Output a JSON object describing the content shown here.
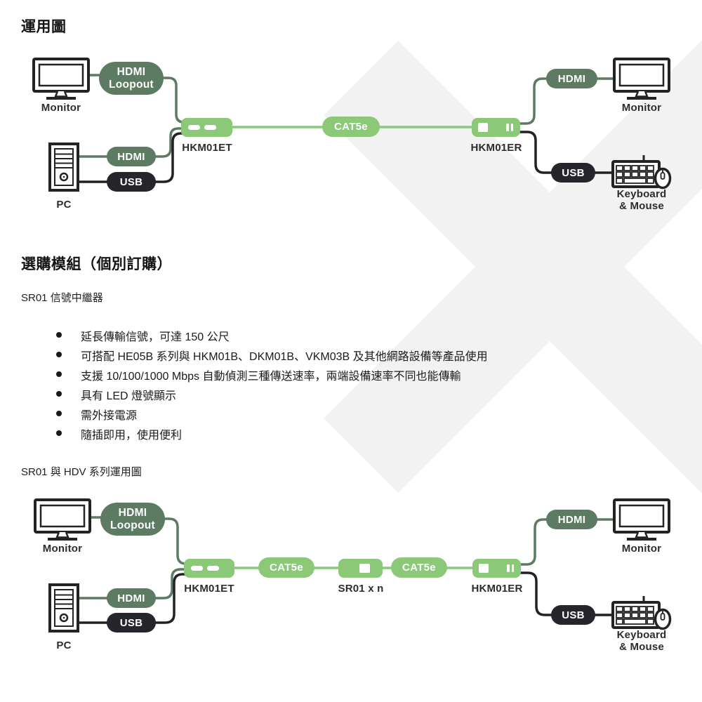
{
  "page": {
    "title1": "運用圖",
    "title2": "選購模組（個別訂購）",
    "subtitle2": "SR01 信號中繼器",
    "bullets": [
      "延長傳輸信號，可達 150 公尺",
      "可搭配 HE05B 系列與 HKM01B、DKM01B、VKM03B 及其他網路設備等產品使用",
      "支援 10/100/1000 Mbps 自動偵測三種傳送速率，兩端設備速率不同也能傳輸",
      "具有 LED 燈號顯示",
      "需外接電源",
      "隨插即用，使用便利"
    ],
    "caption3": "SR01 與 HDV 系列運用圖"
  },
  "colors": {
    "sage_green": "#5d7a63",
    "light_green": "#8bc878",
    "dark_pill": "#26252b",
    "label_text": "#2d2d2d",
    "watermark": "#f2f2f2"
  },
  "diagram1": {
    "monitor_left": "Monitor",
    "hdmi_loopout_line1": "HDMI",
    "hdmi_loopout_line2": "Loopout",
    "pc": "PC",
    "hdmi_left": "HDMI",
    "usb_left": "USB",
    "transmitter": "HKM01ET",
    "cable": "CAT5e",
    "receiver": "HKM01ER",
    "hdmi_right": "HDMI",
    "monitor_right": "Monitor",
    "usb_right": "USB",
    "keyboard_mouse_line1": "Keyboard",
    "keyboard_mouse_line2": "& Mouse"
  },
  "diagram2": {
    "monitor_left": "Monitor",
    "hdmi_loopout_line1": "HDMI",
    "hdmi_loopout_line2": "Loopout",
    "pc": "PC",
    "hdmi_left": "HDMI",
    "usb_left": "USB",
    "transmitter": "HKM01ET",
    "cable1": "CAT5e",
    "repeater": "SR01 x n",
    "cable2": "CAT5e",
    "receiver": "HKM01ER",
    "hdmi_right": "HDMI",
    "monitor_right": "Monitor",
    "usb_right": "USB",
    "keyboard_mouse_line1": "Keyboard",
    "keyboard_mouse_line2": "& Mouse"
  }
}
